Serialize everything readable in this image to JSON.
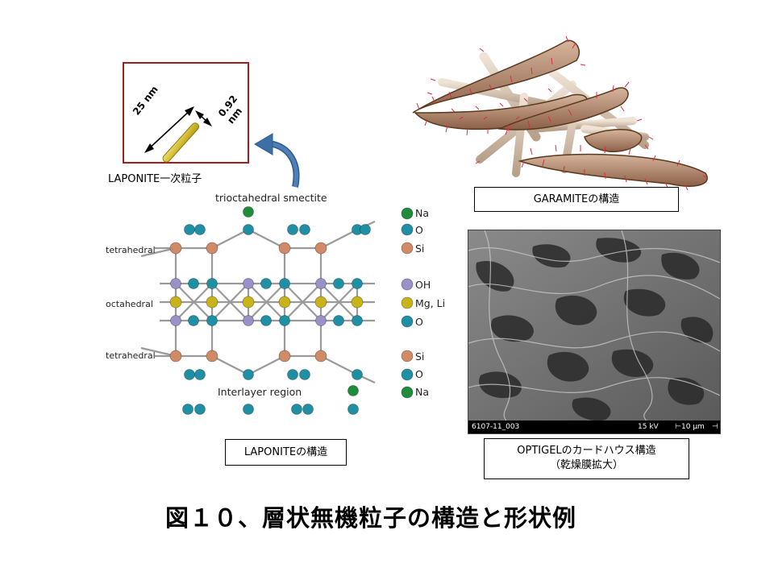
{
  "primary_particle": {
    "dim_length": "25 nm",
    "dim_thickness": "0.92 nm",
    "caption": "LAPONITE一次粒子",
    "colors": {
      "frame": "#a31f1f",
      "disk": "#d8c21c",
      "arrow": "#2f5a8a"
    }
  },
  "garamite": {
    "caption": "GARAMITEの構造",
    "colors": {
      "platelet": "#b98e73",
      "rod": "#d8c4b0",
      "hairs": "#e02a3a"
    }
  },
  "laponite_structure": {
    "header": "trioctahedral smectite",
    "layer_labels": {
      "top": "tetrahedral",
      "middle": "octahedral",
      "bottom": "tetrahedral"
    },
    "interlayer": "Interlayer region",
    "legend": [
      "Na",
      "O",
      "Si",
      "OH",
      "Mg, Li",
      "O",
      "Si",
      "O",
      "Na"
    ],
    "caption": "LAPONITEの構造",
    "colors": {
      "O": "#1f8fa6",
      "Na": "#1e8c3a",
      "Si": "#d08a66",
      "OH": "#9b90c8",
      "MgLi": "#c8b31a"
    }
  },
  "sem": {
    "sample_id": "6107-11_003",
    "voltage": "15 kV",
    "scale": "10 µm",
    "caption_line1": "OPTIGELのカードハウス構造",
    "caption_line2": "（乾燥膜拡大）"
  },
  "figure_title": "図１０、層状無機粒子の構造と形状例"
}
